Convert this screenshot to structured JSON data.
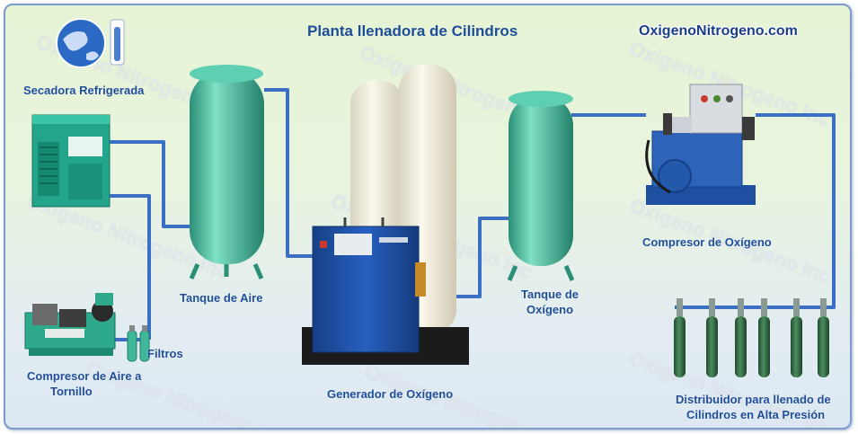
{
  "title": "Planta llenadora de Cilindros",
  "brand": "OxigenoNitrogeno.com",
  "watermark": "Oxigeno Nitrogeno Inc",
  "labels": {
    "dryer": "Secadora Refrigerada",
    "air_tank": "Tanque de Aire",
    "compressor_line1": "Compresor de Aire a",
    "compressor_line2": "Tornillo",
    "filters": "Filtros",
    "generator": "Generador de Oxígeno",
    "oxygen_tank_line1": "Tanque de",
    "oxygen_tank_line2": "Oxígeno",
    "oxygen_compressor": "Compresor de Oxígeno",
    "distributor_line1": "Distribuidor para llenado de",
    "distributor_line2": "Cilindros en Alta Presión"
  },
  "colors": {
    "title": "#1f4e99",
    "pipe": "#3a6fc4",
    "tank": "#3fb89a",
    "generator_body": "#1c4fa3",
    "cylinder": "#2f6b43"
  }
}
